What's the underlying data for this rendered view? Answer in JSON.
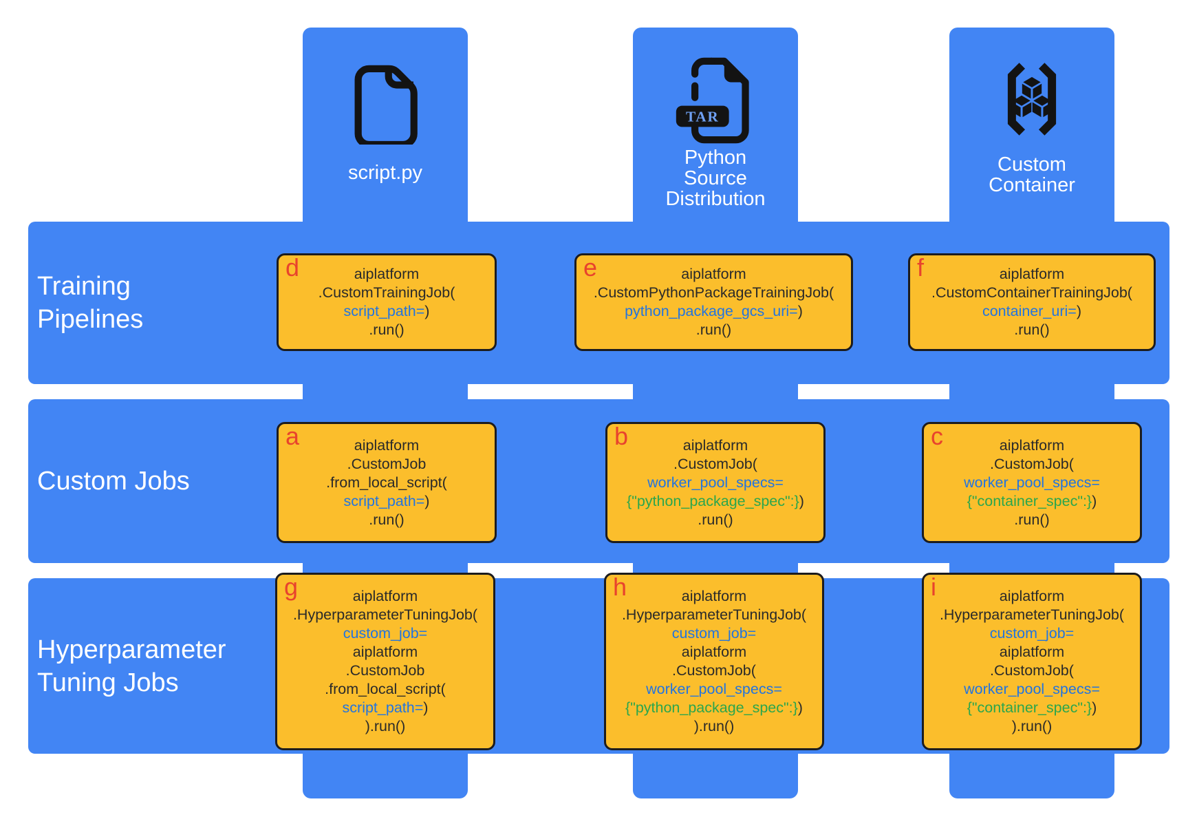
{
  "columns": [
    {
      "label": "script.py",
      "icon": "file-icon"
    },
    {
      "label": "Python\nSource\nDistribution",
      "icon": "tar-file-icon",
      "badge": "TAR"
    },
    {
      "label": "Custom\nContainer",
      "icon": "container-icon"
    }
  ],
  "rows": [
    {
      "label": "Training\nPipelines"
    },
    {
      "label": "Custom Jobs"
    },
    {
      "label": "Hyperparameter\nTuning Jobs"
    }
  ],
  "cells": [
    {
      "letter": "d",
      "lines": [
        [
          {
            "t": "aiplatform",
            "c": "code"
          }
        ],
        [
          {
            "t": ".CustomTrainingJob(",
            "c": "code"
          }
        ],
        [
          {
            "t": "script_path=",
            "c": "param"
          },
          {
            "t": ")",
            "c": "code"
          }
        ],
        [
          {
            "t": ".run()",
            "c": "code"
          }
        ]
      ]
    },
    {
      "letter": "e",
      "lines": [
        [
          {
            "t": "aiplatform",
            "c": "code"
          }
        ],
        [
          {
            "t": ".CustomPythonPackageTrainingJob(",
            "c": "code"
          }
        ],
        [
          {
            "t": "python_package_gcs_uri=",
            "c": "param"
          },
          {
            "t": ")",
            "c": "code"
          }
        ],
        [
          {
            "t": ".run()",
            "c": "code"
          }
        ]
      ]
    },
    {
      "letter": "f",
      "lines": [
        [
          {
            "t": "aiplatform",
            "c": "code"
          }
        ],
        [
          {
            "t": ".CustomContainerTrainingJob(",
            "c": "code"
          }
        ],
        [
          {
            "t": "container_uri=",
            "c": "param"
          },
          {
            "t": ")",
            "c": "code"
          }
        ],
        [
          {
            "t": ".run()",
            "c": "code"
          }
        ]
      ]
    },
    {
      "letter": "a",
      "lines": [
        [
          {
            "t": "aiplatform",
            "c": "code"
          }
        ],
        [
          {
            "t": ".CustomJob",
            "c": "code"
          }
        ],
        [
          {
            "t": ".from_local_script(",
            "c": "code"
          }
        ],
        [
          {
            "t": "script_path=",
            "c": "param"
          },
          {
            "t": ")",
            "c": "code"
          }
        ],
        [
          {
            "t": ".run()",
            "c": "code"
          }
        ]
      ]
    },
    {
      "letter": "b",
      "lines": [
        [
          {
            "t": "aiplatform",
            "c": "code"
          }
        ],
        [
          {
            "t": ".CustomJob(",
            "c": "code"
          }
        ],
        [
          {
            "t": "worker_pool_specs=",
            "c": "param"
          }
        ],
        [
          {
            "t": "{\"python_package_spec\":}",
            "c": "dict"
          },
          {
            "t": ")",
            "c": "code"
          }
        ],
        [
          {
            "t": ".run()",
            "c": "code"
          }
        ]
      ]
    },
    {
      "letter": "c",
      "lines": [
        [
          {
            "t": "aiplatform",
            "c": "code"
          }
        ],
        [
          {
            "t": ".CustomJob(",
            "c": "code"
          }
        ],
        [
          {
            "t": "worker_pool_specs=",
            "c": "param"
          }
        ],
        [
          {
            "t": "{\"container_spec\":}",
            "c": "dict"
          },
          {
            "t": ")",
            "c": "code"
          }
        ],
        [
          {
            "t": ".run()",
            "c": "code"
          }
        ]
      ]
    },
    {
      "letter": "g",
      "lines": [
        [
          {
            "t": "aiplatform",
            "c": "code"
          }
        ],
        [
          {
            "t": ".HyperparameterTuningJob(",
            "c": "code"
          }
        ],
        [
          {
            "t": "custom_job=",
            "c": "param"
          }
        ],
        [
          {
            "t": "aiplatform",
            "c": "code"
          }
        ],
        [
          {
            "t": ".CustomJob",
            "c": "code"
          }
        ],
        [
          {
            "t": ".from_local_script(",
            "c": "code"
          }
        ],
        [
          {
            "t": "script_path=",
            "c": "param"
          },
          {
            "t": ")",
            "c": "code"
          }
        ],
        [
          {
            "t": ").run()",
            "c": "code"
          }
        ]
      ]
    },
    {
      "letter": "h",
      "lines": [
        [
          {
            "t": "aiplatform",
            "c": "code"
          }
        ],
        [
          {
            "t": ".HyperparameterTuningJob(",
            "c": "code"
          }
        ],
        [
          {
            "t": "custom_job=",
            "c": "param"
          }
        ],
        [
          {
            "t": "aiplatform",
            "c": "code"
          }
        ],
        [
          {
            "t": ".CustomJob(",
            "c": "code"
          }
        ],
        [
          {
            "t": "worker_pool_specs=",
            "c": "param"
          }
        ],
        [
          {
            "t": "{\"python_package_spec\":}",
            "c": "dict"
          },
          {
            "t": ")",
            "c": "code"
          }
        ],
        [
          {
            "t": ").run()",
            "c": "code"
          }
        ]
      ]
    },
    {
      "letter": "i",
      "lines": [
        [
          {
            "t": "aiplatform",
            "c": "code"
          }
        ],
        [
          {
            "t": ".HyperparameterTuningJob(",
            "c": "code"
          }
        ],
        [
          {
            "t": "custom_job=",
            "c": "param"
          }
        ],
        [
          {
            "t": "aiplatform",
            "c": "code"
          }
        ],
        [
          {
            "t": ".CustomJob(",
            "c": "code"
          }
        ],
        [
          {
            "t": "worker_pool_specs=",
            "c": "param"
          }
        ],
        [
          {
            "t": "{\"container_spec\":}",
            "c": "dict"
          },
          {
            "t": ")",
            "c": "code"
          }
        ],
        [
          {
            "t": ").run()",
            "c": "code"
          }
        ]
      ]
    }
  ],
  "colors": {
    "bar_blue": "#4285F4",
    "box_yellow": "#FBBE2C",
    "box_border": "#1C1C1E",
    "letter_red": "#E8432D",
    "code_black": "#2A2A2A",
    "param_blue": "#2274E0",
    "dict_green": "#2AA64D",
    "label_white": "#FFFFFF",
    "tar_badge_text": "#6FA0F2",
    "icon_black": "#131313"
  }
}
